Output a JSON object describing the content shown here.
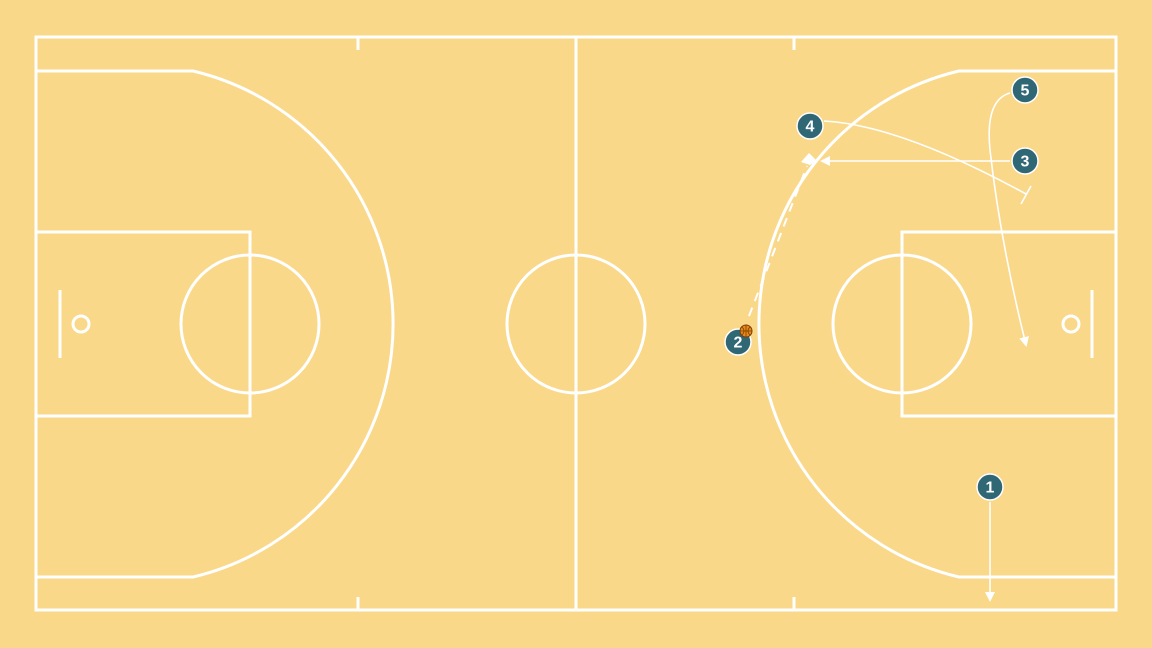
{
  "colors": {
    "background": "#f9d889",
    "court_lines": "#ffffff",
    "player_fill": "#2f6775",
    "ball": "#e88a1a"
  },
  "players": [
    {
      "id": "player-1",
      "label": "1"
    },
    {
      "id": "player-2",
      "label": "2"
    },
    {
      "id": "player-3",
      "label": "3"
    },
    {
      "id": "player-4",
      "label": "4"
    },
    {
      "id": "player-5",
      "label": "5"
    }
  ],
  "ball_holder": "2"
}
